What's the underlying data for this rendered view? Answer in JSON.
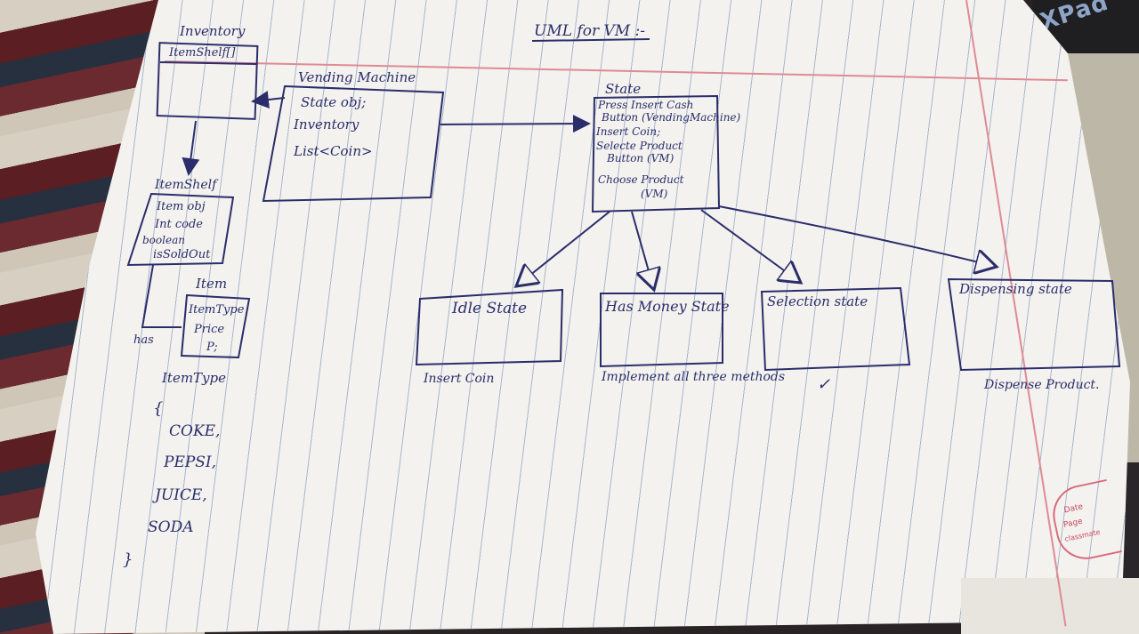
{
  "header": {
    "title": "UML for VM :-"
  },
  "inventory": {
    "title": "Inventory",
    "fields": [
      "ItemShelf[]"
    ]
  },
  "vending_machine": {
    "title": "Vending Machine",
    "fields": [
      "State obj;",
      "Inventory",
      "List<Coin>"
    ]
  },
  "state": {
    "title": "State",
    "fields": [
      "Press Insert Cash",
      "Button (VendingMachine)",
      "Insert Coin;",
      "Selecte Product",
      "Button (VM)",
      "Choose Product",
      "(VM)"
    ]
  },
  "item_shelf": {
    "title": "ItemShelf",
    "fields": [
      "Item obj",
      "Int code",
      "boolean",
      "isSoldOut"
    ]
  },
  "item": {
    "title": "Item",
    "fields": [
      "ItemType",
      "Price",
      "P;"
    ]
  },
  "has_label": "has",
  "item_type": {
    "title": "ItemType",
    "open": "{",
    "values": [
      "COKE,",
      "PEPSI,",
      "JUICE,",
      "SODA"
    ],
    "close": "}"
  },
  "states": [
    {
      "name": "Idle State",
      "note": "Insert Coin"
    },
    {
      "name": "Has Money State",
      "note": "Implement all three methods"
    },
    {
      "name": "Selection state",
      "note": "✓"
    },
    {
      "name": "Dispensing state",
      "note": "Dispense Product."
    }
  ],
  "laptop_logo": "XPad",
  "stamp": {
    "lines": [
      "Date",
      "Page"
    ],
    "brand": "classmate"
  },
  "colors": {
    "ink": "#2b2d6b",
    "page": "#f3f2ee",
    "rule": "#a9b6cc",
    "margin": "#e08a95"
  }
}
